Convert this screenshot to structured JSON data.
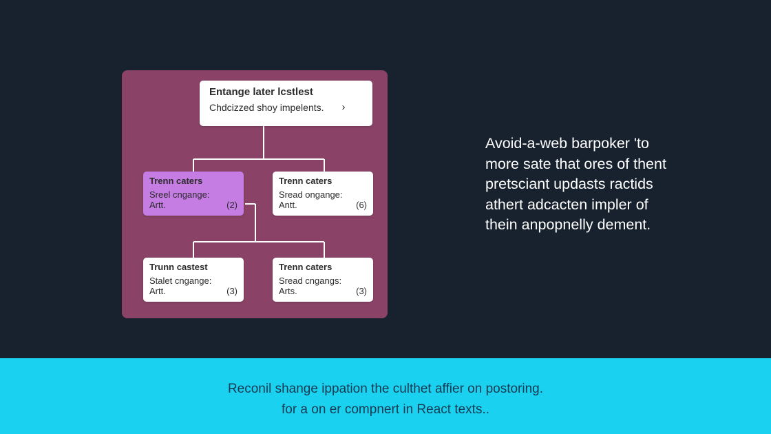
{
  "diagram": {
    "root": {
      "title": "Entange later lcstlest",
      "subtitle": "Chdcizzed shoy impelents.",
      "chevron": "chevron-right-icon"
    },
    "nodes": [
      {
        "title": "Trenn caters",
        "line1": "Sreel cngange:",
        "line2": "Artt.",
        "count": "(2)",
        "highlighted": true
      },
      {
        "title": "Trenn caters",
        "line1": "Sread ongange:",
        "line2": "Antt.",
        "count": "(6)",
        "highlighted": false
      },
      {
        "title": "Trunn castest",
        "line1": "Stalet cngange:",
        "line2": "Artt.",
        "count": "(3)",
        "highlighted": false
      },
      {
        "title": "Trenn caters",
        "line1": "Sread cngangs:",
        "line2": "Arts.",
        "count": "(3)",
        "highlighted": false
      }
    ],
    "colors": {
      "panel": "#8a4367",
      "highlight": "#c57de4",
      "connector": "#ffffff"
    }
  },
  "side_text": [
    "Avoid-a-web barpoker 'to",
    "more sate that ores of thent",
    "pretsciant updasts ractids",
    "athert adcacten impler of",
    "thein anpopnelly dement."
  ],
  "footer": {
    "line1": "Reconil shange ippation the culthet affier on postoring.",
    "line2": "for a on er compnert in React texts.."
  },
  "colors": {
    "background": "#18222e",
    "footer_bar": "#1bd1f0",
    "footer_text": "#163a52"
  }
}
